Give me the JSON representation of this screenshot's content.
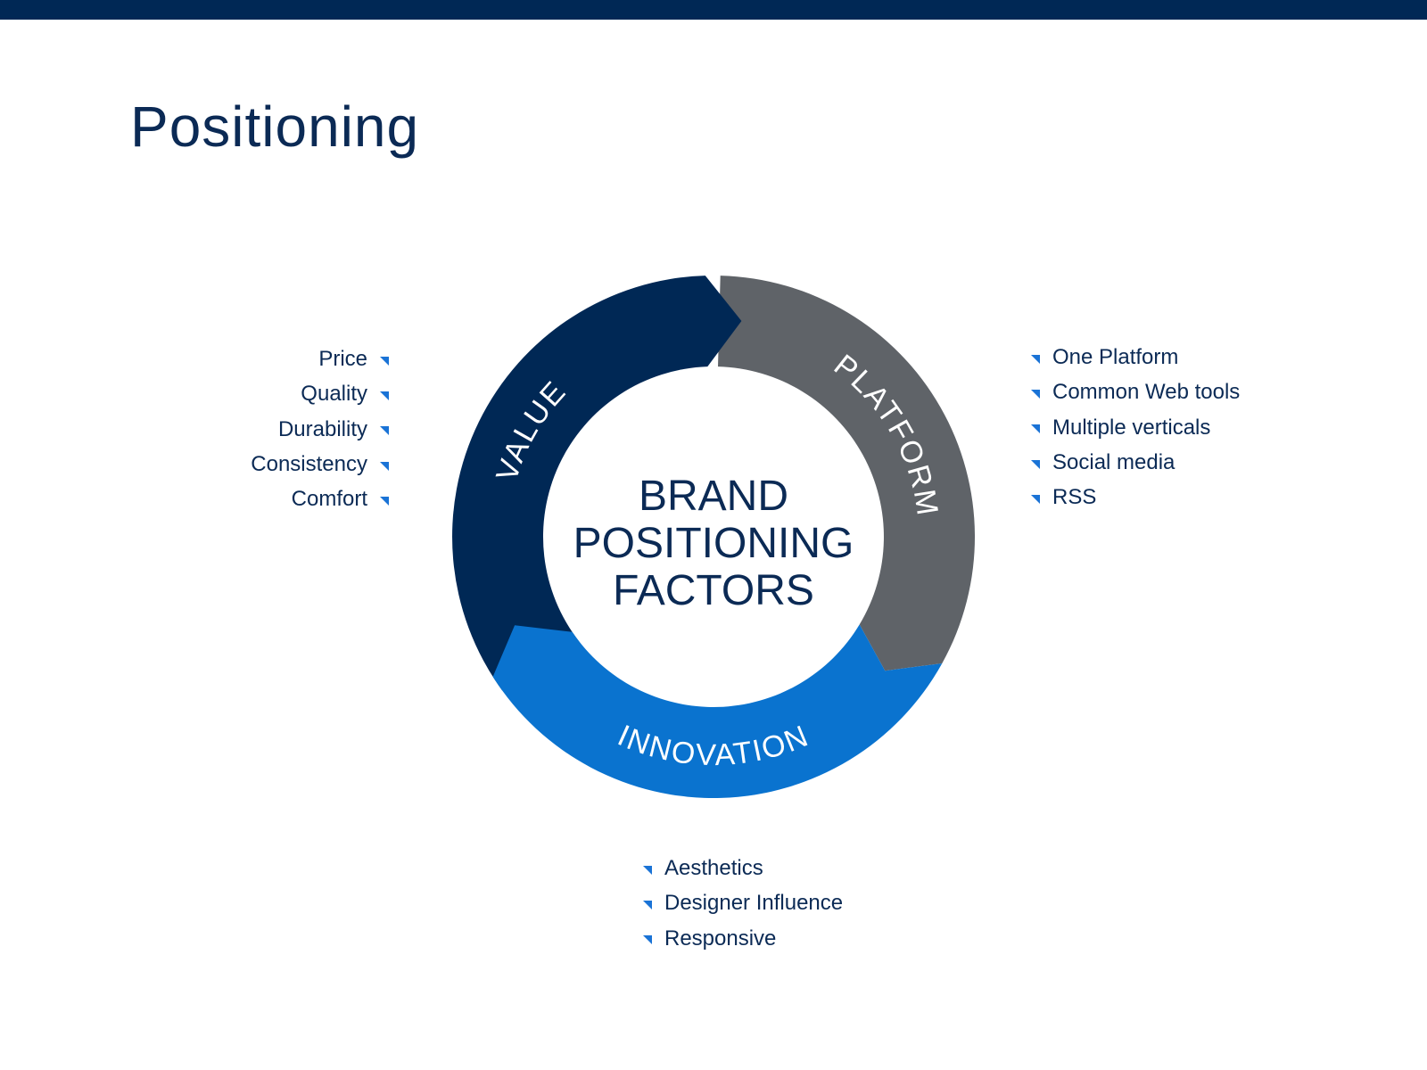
{
  "title": "Positioning",
  "center": {
    "lines": [
      "BRAND",
      "POSITIONING",
      "FACTORS"
    ]
  },
  "segments": [
    {
      "label": "VALUE",
      "color": "#002855"
    },
    {
      "label": "PLATFORM",
      "color": "#5f6368"
    },
    {
      "label": "INNOVATION",
      "color": "#0a73cf"
    }
  ],
  "lists": {
    "value": [
      "Price",
      "Quality",
      "Durability",
      "Consistency",
      "Comfort"
    ],
    "platform": [
      "One Platform",
      "Common Web tools",
      "Multiple verticals",
      "Social media",
      "RSS"
    ],
    "innovation": [
      "Aesthetics",
      "Designer Influence",
      "Responsive"
    ]
  },
  "colors": {
    "accent": "#1a73d6",
    "topbar": "#002855",
    "text": "#0b2a55"
  }
}
